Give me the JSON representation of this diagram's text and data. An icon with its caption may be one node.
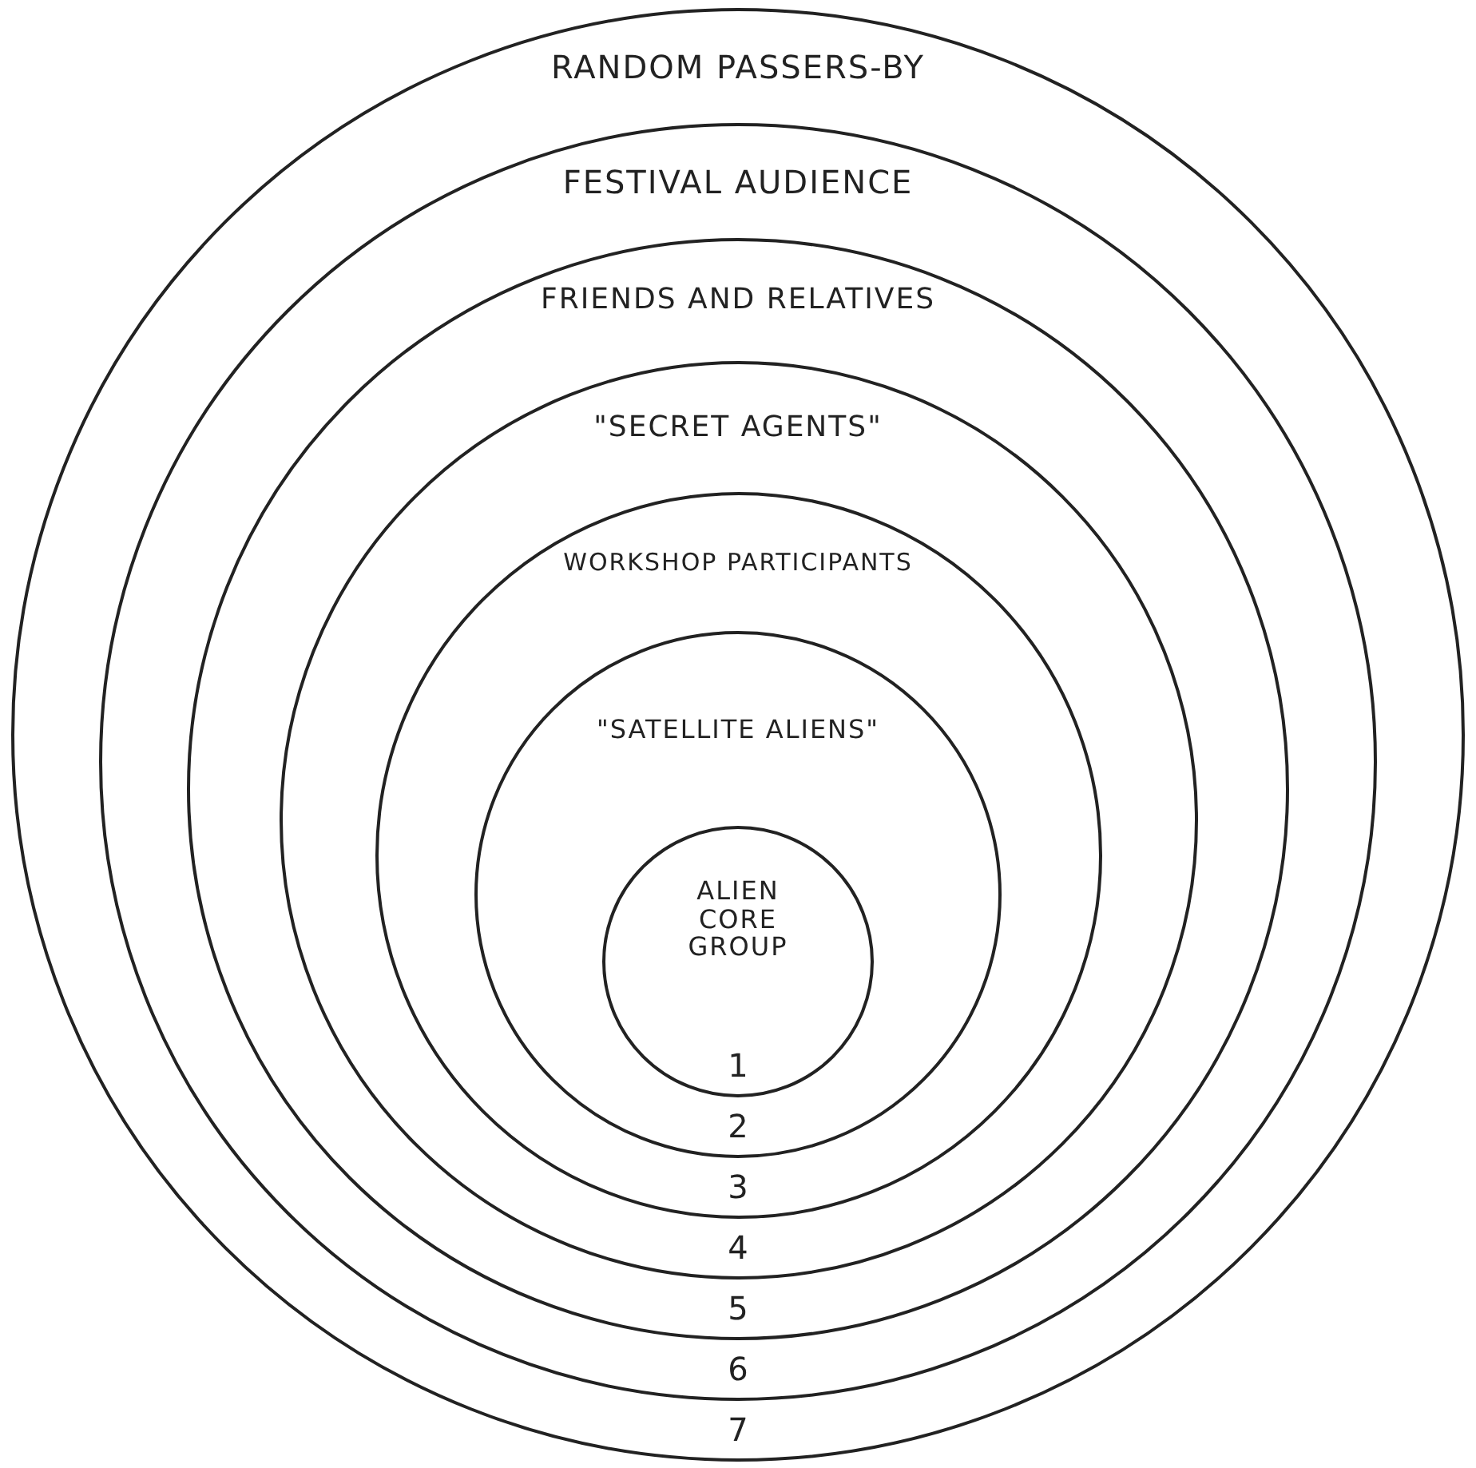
{
  "diagram": {
    "nodes": [
      {
        "text": [
          "RANDOM PASSERS-BY",
          "7"
        ]
      },
      {
        "text": [
          "FESTIVAL AUDIENCE",
          "6"
        ],
        "in": 0
      },
      {
        "text": [
          "FRIENDS AND RELATIVES",
          "5"
        ],
        "in": 1
      },
      {
        "text": [
          "\"SECRET AGENTS\"",
          "4"
        ],
        "in": 2
      },
      {
        "text": [
          "WORKSHOP PARTICIPANTS",
          "3"
        ],
        "in": 3
      },
      {
        "text": [
          "\"SATELLITE ALIENS\"",
          "2"
        ],
        "in": 4
      },
      {
        "text": [
          "ALIEN CORE GROUP",
          "1"
        ],
        "in": 5
      }
    ]
  }
}
